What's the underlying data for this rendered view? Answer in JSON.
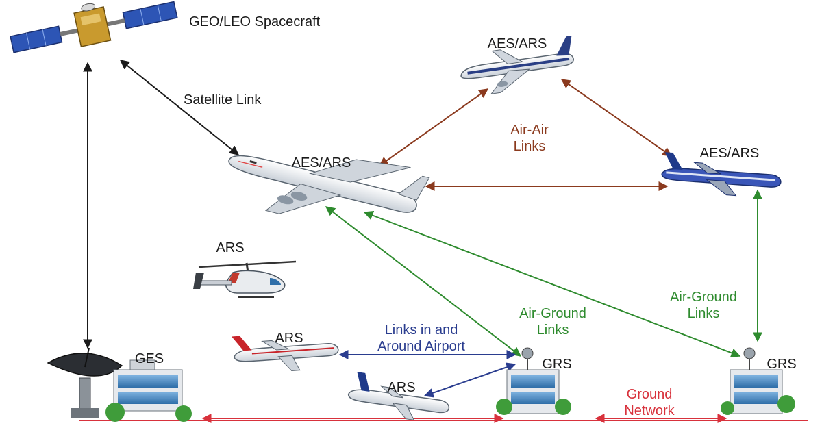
{
  "labels": {
    "spacecraft": "GEO/LEO Spacecraft",
    "satellite_link": "Satellite Link",
    "aes_top": "AES/ARS",
    "aes_center": "AES/ARS",
    "aes_right": "AES/ARS",
    "air_air_links": "Air-Air\nLinks",
    "ars_helicopter": "ARS",
    "ars_jet_left": "ARS",
    "ars_jet_bottom": "ARS",
    "links_airport": "Links in and\nAround Airport",
    "air_ground_left": "Air-Ground\nLinks",
    "air_ground_right": "Air-Ground\nLinks",
    "ges": "GES",
    "grs_center": "GRS",
    "grs_right": "GRS",
    "ground_network": "Ground\nNetwork"
  },
  "colors": {
    "satellite_link": "#1a1a1a",
    "air_air": "#8b3a1e",
    "air_ground": "#2e8b2e",
    "airport": "#2a3d8f",
    "ground_network": "#d8323c"
  },
  "icons": [
    "satellite-icon",
    "airplane-icon",
    "helicopter-icon",
    "building-icon",
    "dish-antenna-icon",
    "tree-icon"
  ]
}
